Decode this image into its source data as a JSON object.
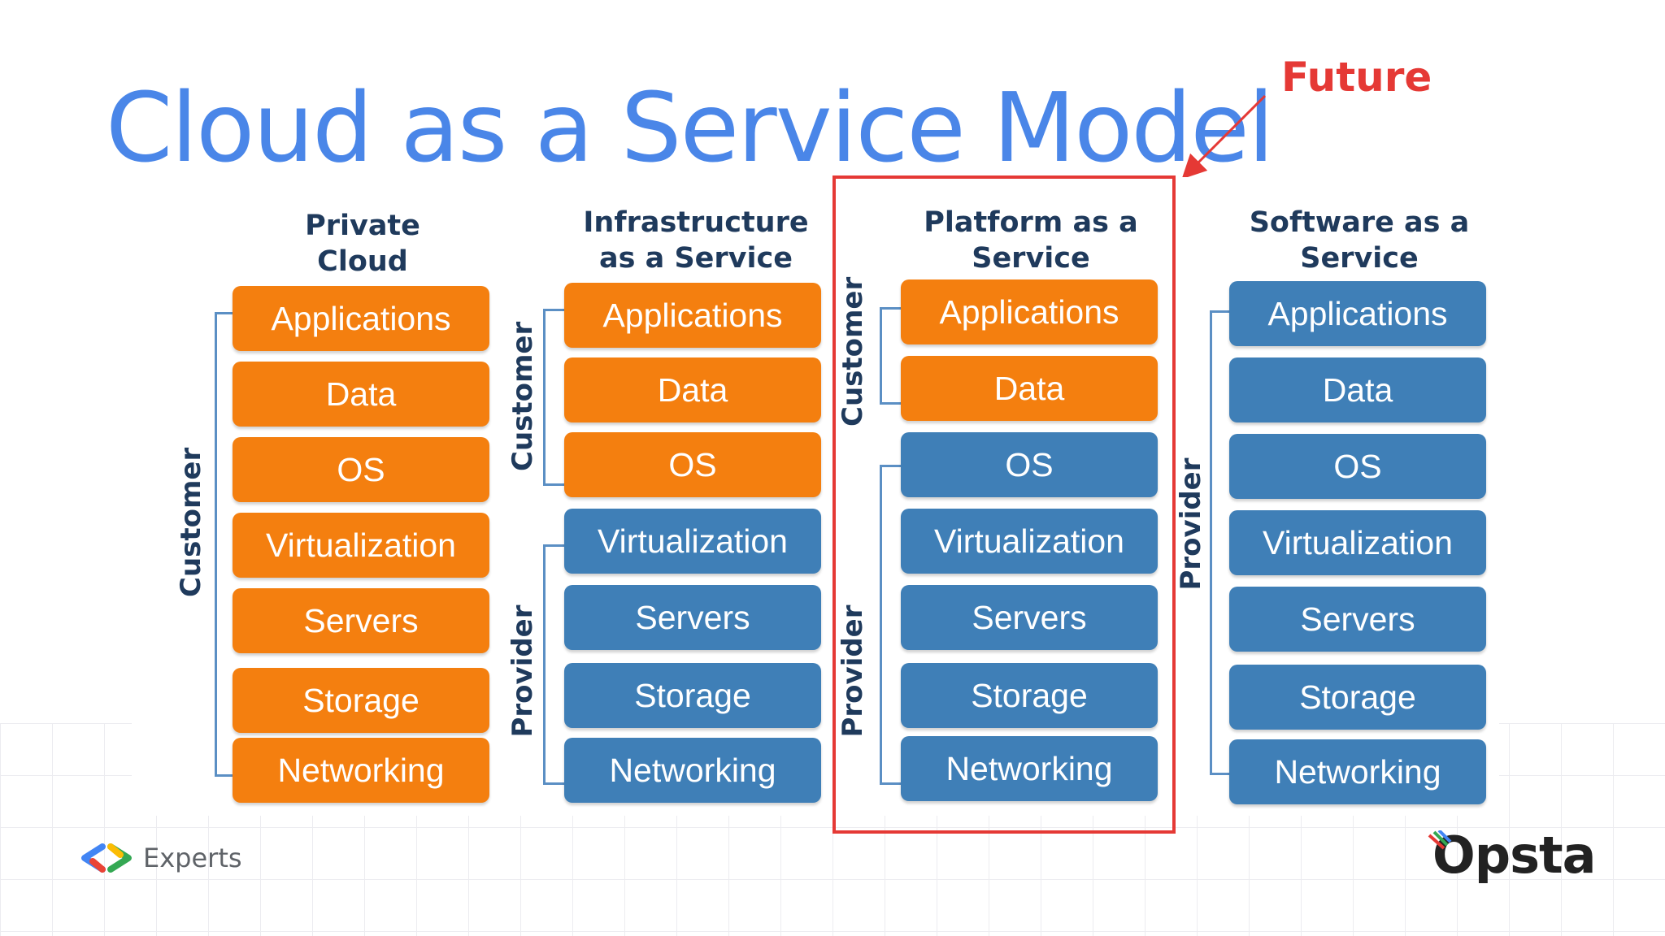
{
  "title": "Cloud as a Service Model",
  "future_label": "Future",
  "columns": [
    {
      "title": "Private\nCloud",
      "layers": [
        {
          "label": "Applications",
          "owner": "customer"
        },
        {
          "label": "Data",
          "owner": "customer"
        },
        {
          "label": "OS",
          "owner": "customer"
        },
        {
          "label": "Virtualization",
          "owner": "customer"
        },
        {
          "label": "Servers",
          "owner": "customer"
        },
        {
          "label": "Storage",
          "owner": "customer"
        },
        {
          "label": "Networking",
          "owner": "customer"
        }
      ],
      "side_labels": [
        "Customer"
      ]
    },
    {
      "title": "Infrastructure\nas a Service",
      "layers": [
        {
          "label": "Applications",
          "owner": "customer"
        },
        {
          "label": "Data",
          "owner": "customer"
        },
        {
          "label": "OS",
          "owner": "customer"
        },
        {
          "label": "Virtualization",
          "owner": "provider"
        },
        {
          "label": "Servers",
          "owner": "provider"
        },
        {
          "label": "Storage",
          "owner": "provider"
        },
        {
          "label": "Networking",
          "owner": "provider"
        }
      ],
      "side_labels": [
        "Customer",
        "Provider"
      ]
    },
    {
      "title": "Platform as a\nService",
      "layers": [
        {
          "label": "Applications",
          "owner": "customer"
        },
        {
          "label": "Data",
          "owner": "customer"
        },
        {
          "label": "OS",
          "owner": "provider"
        },
        {
          "label": "Virtualization",
          "owner": "provider"
        },
        {
          "label": "Servers",
          "owner": "provider"
        },
        {
          "label": "Storage",
          "owner": "provider"
        },
        {
          "label": "Networking",
          "owner": "provider"
        }
      ],
      "side_labels": [
        "Customer",
        "Provider"
      ]
    },
    {
      "title": "Software as a\nService",
      "layers": [
        {
          "label": "Applications",
          "owner": "provider"
        },
        {
          "label": "Data",
          "owner": "provider"
        },
        {
          "label": "OS",
          "owner": "provider"
        },
        {
          "label": "Virtualization",
          "owner": "provider"
        },
        {
          "label": "Servers",
          "owner": "provider"
        },
        {
          "label": "Storage",
          "owner": "provider"
        },
        {
          "label": "Networking",
          "owner": "provider"
        }
      ],
      "side_labels": [
        "Provider"
      ]
    }
  ],
  "colors": {
    "customer": "#f47f0f",
    "provider": "#3f7fb7",
    "title": "#4a86e8",
    "highlight": "#e53935"
  },
  "footer": {
    "experts_label": "Experts",
    "brand": "Opsta"
  }
}
